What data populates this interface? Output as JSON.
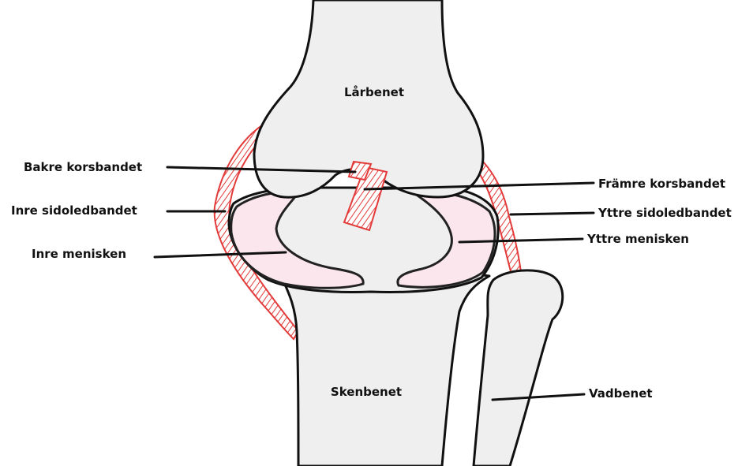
{
  "labels": {
    "femur": "Lårbenet",
    "posterior_cruciate": "Bakre korsbandet",
    "anterior_cruciate": "Främre korsbandet",
    "medial_collateral": "Inre sidoledbandet",
    "lateral_collateral": "Yttre sidoledbandet",
    "medial_meniscus": "Inre menisken",
    "lateral_meniscus": "Yttre menisken",
    "tibia": "Skenbenet",
    "fibula": "Vadbenet"
  },
  "colors": {
    "bone_fill": "#efefef",
    "ligament_stroke": "#e33a3a",
    "meniscus_fill": "#fbe6ee",
    "outline": "#111111"
  }
}
